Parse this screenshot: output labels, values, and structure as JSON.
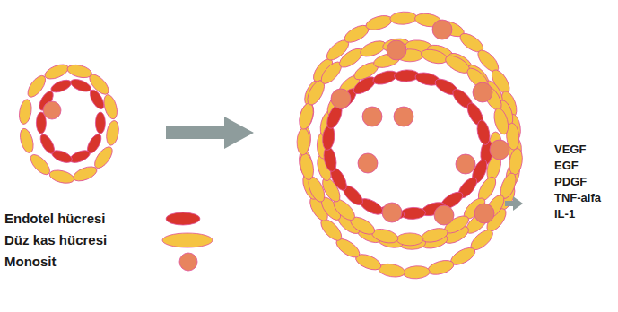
{
  "diagram": {
    "labels": [
      "VEGF",
      "EGF",
      "PDGF",
      "TNF-alfa",
      "IL-1"
    ],
    "legend": [
      {
        "text": "Endotel hücresi",
        "color": "#d8352c"
      },
      {
        "text": "Düz kas hücresi",
        "color": "#f5c443"
      },
      {
        "text": "Monosit",
        "color": "#e8845e"
      }
    ]
  }
}
